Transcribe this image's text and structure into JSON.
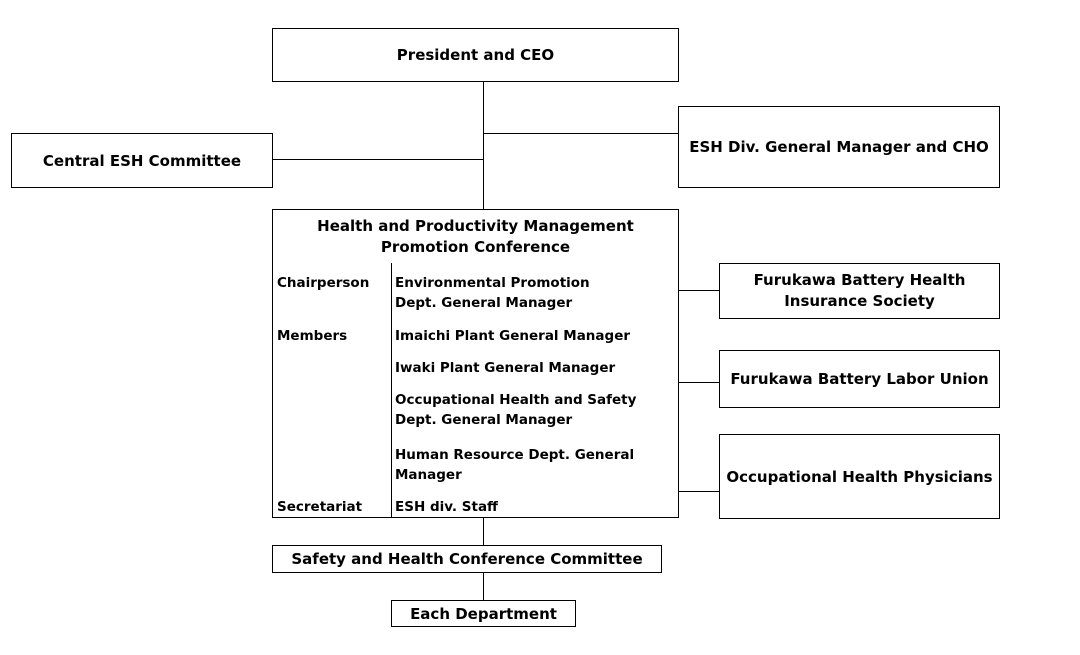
{
  "president": "President and CEO",
  "central_committee": "Central ESH Committee",
  "esh_manager": "ESH Div. General Manager and CHO",
  "conference": {
    "title_line1": "Health and Productivity Management",
    "title_line2": "Promotion Conference",
    "rows": [
      {
        "label": "Chairperson",
        "lines": [
          "Environmental Promotion",
          "Dept. General Manager"
        ]
      },
      {
        "label": "Members",
        "lines": [
          "Imaichi Plant General Manager"
        ]
      },
      {
        "label": "",
        "lines": [
          "Iwaki Plant General Manager"
        ]
      },
      {
        "label": "",
        "lines": [
          "Occupational Health and Safety",
          "Dept. General Manager"
        ]
      },
      {
        "label": "",
        "lines": [
          "Human Resource Dept. General",
          "Manager"
        ]
      },
      {
        "label": "Secretariat",
        "lines": [
          "ESH div. Staff"
        ]
      }
    ]
  },
  "insurance": {
    "line1": "Furukawa Battery Health",
    "line2": "Insurance Society"
  },
  "union": "Furukawa Battery Labor Union",
  "physicians": "Occupational Health Physicians",
  "safety_committee": "Safety and Health Conference Committee",
  "department": "Each Department"
}
